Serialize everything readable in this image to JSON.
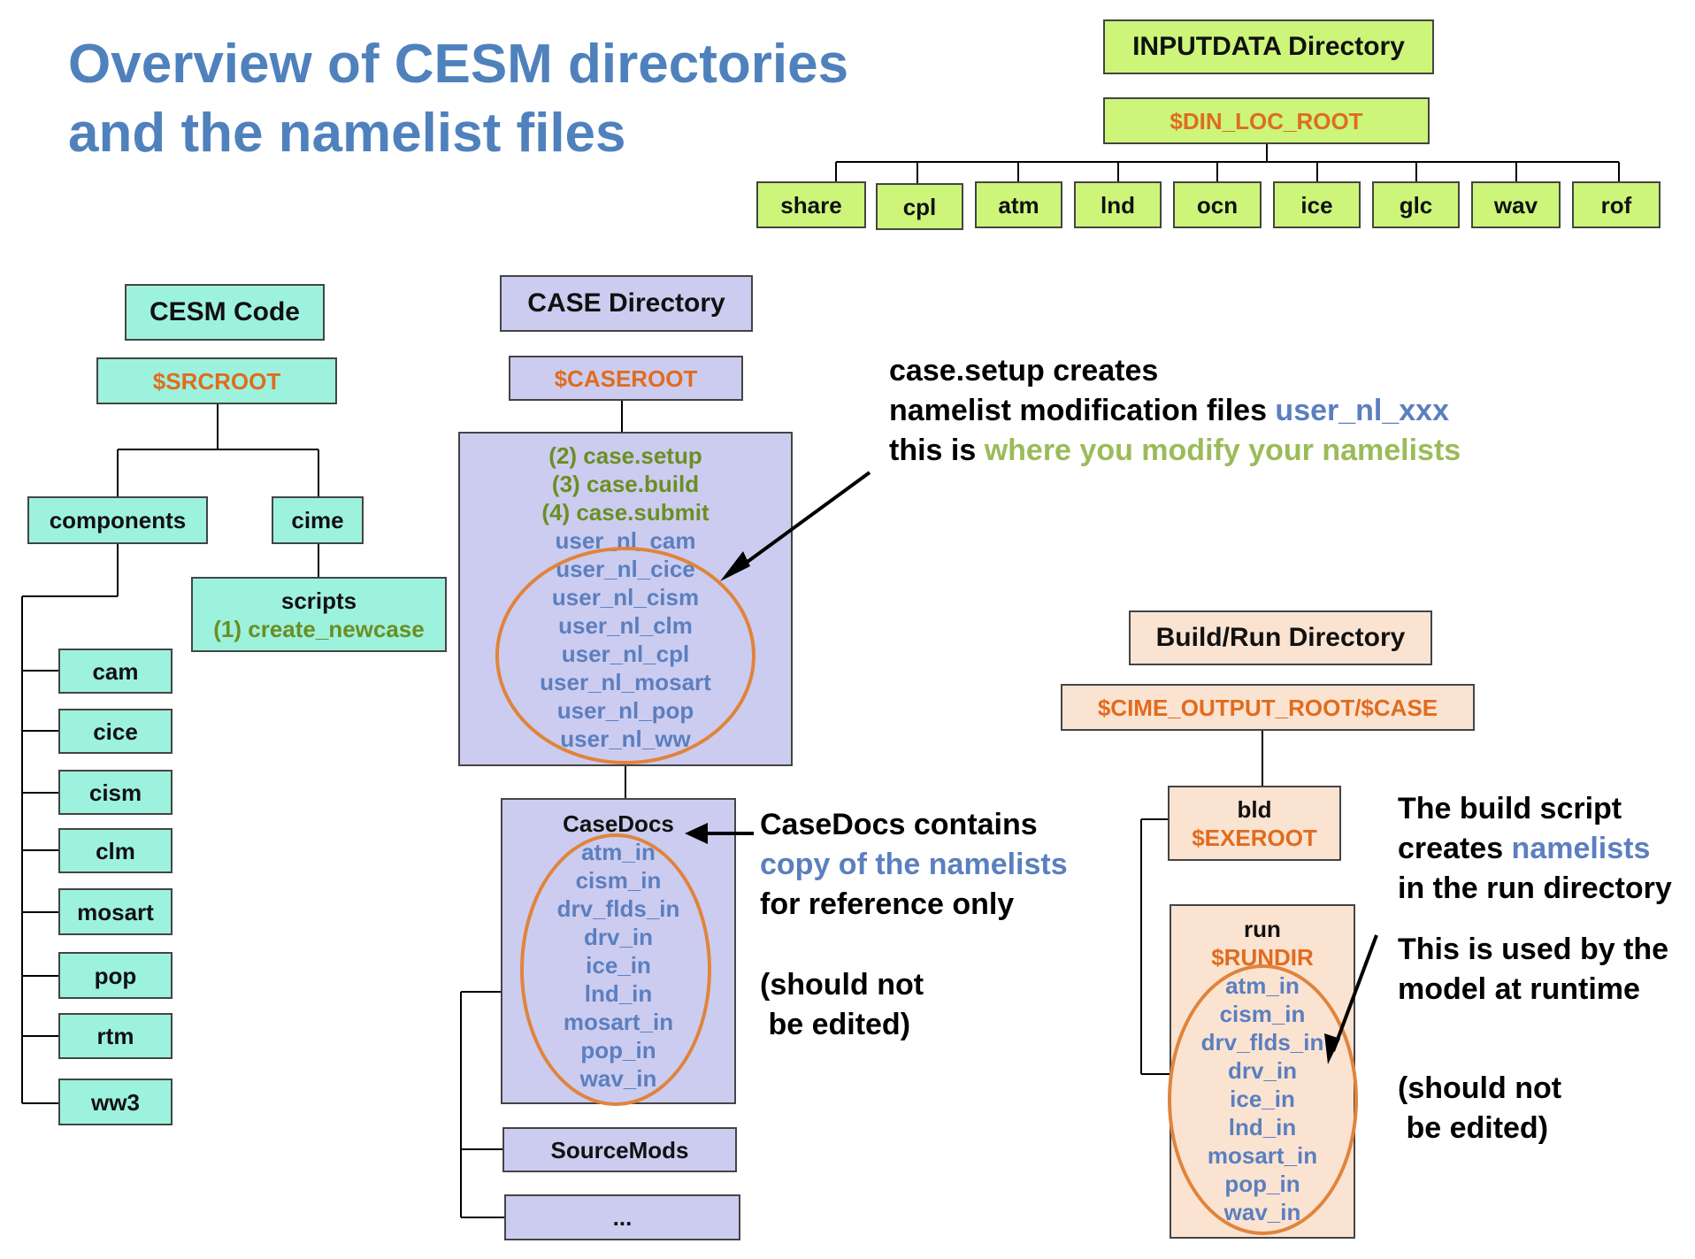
{
  "title": {
    "line1": "Overview of CESM directories",
    "line2": "and the namelist files"
  },
  "inputdata": {
    "header": "INPUTDATA Directory",
    "root": "$DIN_LOC_ROOT",
    "children": [
      "share",
      "cpl",
      "atm",
      "lnd",
      "ocn",
      "ice",
      "glc",
      "wav",
      "rof"
    ]
  },
  "cesm_code": {
    "header": "CESM Code",
    "root": "$SRCROOT",
    "components": "components",
    "cime": "cime",
    "scripts": "scripts",
    "create_newcase": "(1) create_newcase",
    "component_list": [
      "cam",
      "cice",
      "cism",
      "clm",
      "mosart",
      "pop",
      "rtm",
      "ww3"
    ]
  },
  "case": {
    "header": "CASE Directory",
    "root": "$CASEROOT",
    "steps": [
      "(2) case.setup",
      "(3) case.build",
      "(4) case.submit"
    ],
    "user_nl": [
      "user_nl_cam",
      "user_nl_cice",
      "user_nl_cism",
      "user_nl_clm",
      "user_nl_cpl",
      "user_nl_mosart",
      "user_nl_pop",
      "user_nl_ww"
    ],
    "casedocs_title": "CaseDocs",
    "casedocs_files": [
      "atm_in",
      "cism_in",
      "drv_flds_in",
      "drv_in",
      "ice_in",
      "lnd_in",
      "mosart_in",
      "pop_in",
      "wav_in"
    ],
    "sourcemods": "SourceMods",
    "more": "..."
  },
  "buildrun": {
    "header": "Build/Run Directory",
    "root": "$CIME_OUTPUT_ROOT/$CASE",
    "bld": "bld",
    "exeroot": "$EXEROOT",
    "run": "run",
    "rundir": "$RUNDIR",
    "run_files": [
      "atm_in",
      "cism_in",
      "drv_flds_in",
      "drv_in",
      "ice_in",
      "lnd_in",
      "mosart_in",
      "pop_in",
      "wav_in"
    ]
  },
  "notes": {
    "setup": {
      "line1": "case.setup creates",
      "line2a": "namelist modification files ",
      "line2b": "user_nl_xxx",
      "line3a": "this is ",
      "line3b": "where you modify your namelists"
    },
    "casedocs": {
      "line1": "CaseDocs contains",
      "line2": "copy of the namelists",
      "line3": "for reference only",
      "warn1": "(should not",
      "warn2": " be edited)"
    },
    "build": {
      "line1": "The build script",
      "line2a": "creates ",
      "line2b": "namelists",
      "line3": "in the run directory",
      "line4": "This is used by the",
      "line5": "model at runtime",
      "warn1": "(should not",
      "warn2": " be edited)"
    }
  },
  "colors": {
    "title": "#4f81bd",
    "inputdata_fill": "#ccf57a",
    "cesm_fill": "#9df2de",
    "case_fill": "#ccccf0",
    "build_fill": "#fbe3d2",
    "path_text": "#e06c1e",
    "step_text": "#6b8e23",
    "file_text": "#5b7fbf",
    "warning_text": "#f0201e",
    "ellipse": "#e0843c"
  }
}
